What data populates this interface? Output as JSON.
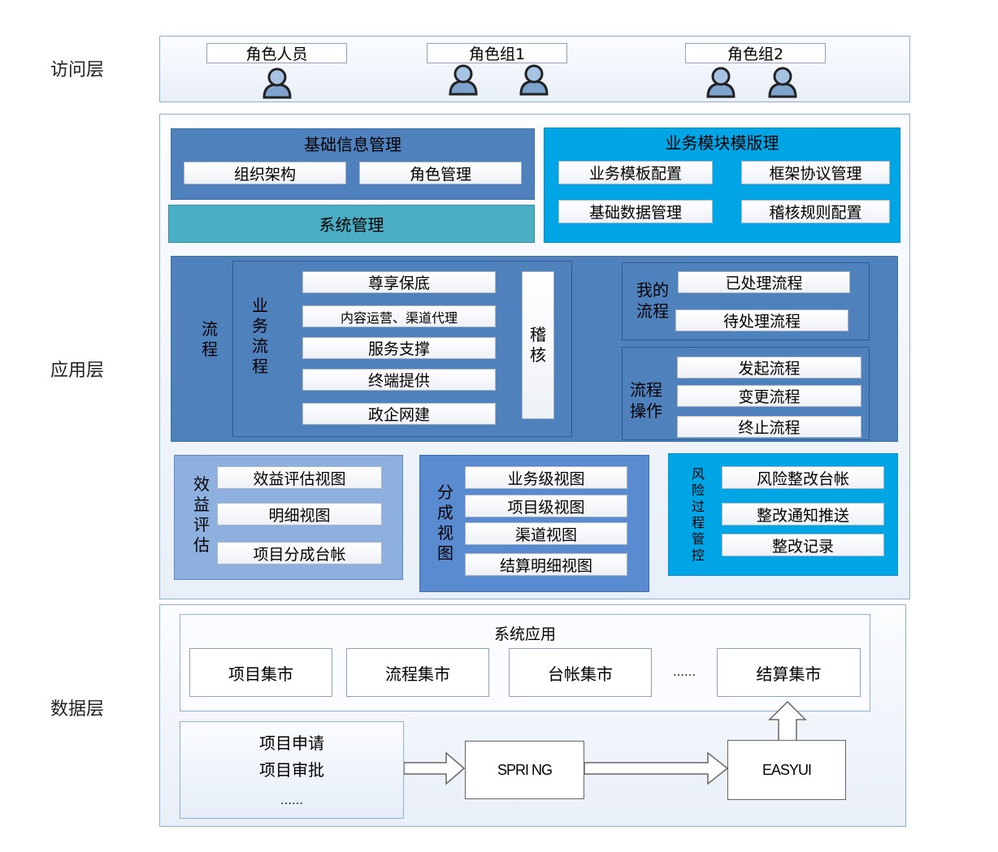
{
  "layers": {
    "access": "访问层",
    "application": "应用层",
    "data": "数据层"
  },
  "access": {
    "roles": [
      "角色人员",
      "角色组1",
      "角色组2"
    ]
  },
  "basic_info": {
    "title": "基础信息管理",
    "items": [
      "组织架构",
      "角色管理"
    ]
  },
  "system_mgmt": "系统管理",
  "business_template": {
    "title": "业务模块模版理",
    "items": [
      "业务模板配置",
      "框架协议管理",
      "基础数据管理",
      "稽核规则配置"
    ]
  },
  "process": {
    "label": "流程",
    "business_label": "业务流程",
    "business_items": [
      "尊享保底",
      "内容运营、渠道代理",
      "服务支撑",
      "终端提供",
      "政企网建"
    ],
    "audit": "稽核",
    "my_label": "我的流程",
    "my_items": [
      "已处理流程",
      "待处理流程"
    ],
    "ops_label": "流程操作",
    "ops_items": [
      "发起流程",
      "变更流程",
      "终止流程"
    ]
  },
  "benefit": {
    "label": "效益评估",
    "items": [
      "效益评估视图",
      "明细视图",
      "项目分成台帐"
    ]
  },
  "share": {
    "label": "分成视图",
    "items": [
      "业务级视图",
      "项目级视图",
      "渠道视图",
      "结算明细视图"
    ]
  },
  "risk": {
    "label": "风险过程管控",
    "items": [
      "风险整改台帐",
      "整改通知推送",
      "整改记录"
    ]
  },
  "data_layer": {
    "system_app": "系统应用",
    "marts": [
      "项目集市",
      "流程集市",
      "台帐集市",
      "结算集市"
    ],
    "ellipsis": "……",
    "source_items": [
      "项目申请",
      "项目审批",
      "……"
    ],
    "spring": "SPRI NG",
    "easyui": "EASYUI"
  },
  "colors": {
    "blue": "#4f81bd",
    "cyan": "#00a5e6",
    "teal": "#4aaec4",
    "light_blue": "#8eb0df",
    "panel_border": "#8fb0d6"
  }
}
